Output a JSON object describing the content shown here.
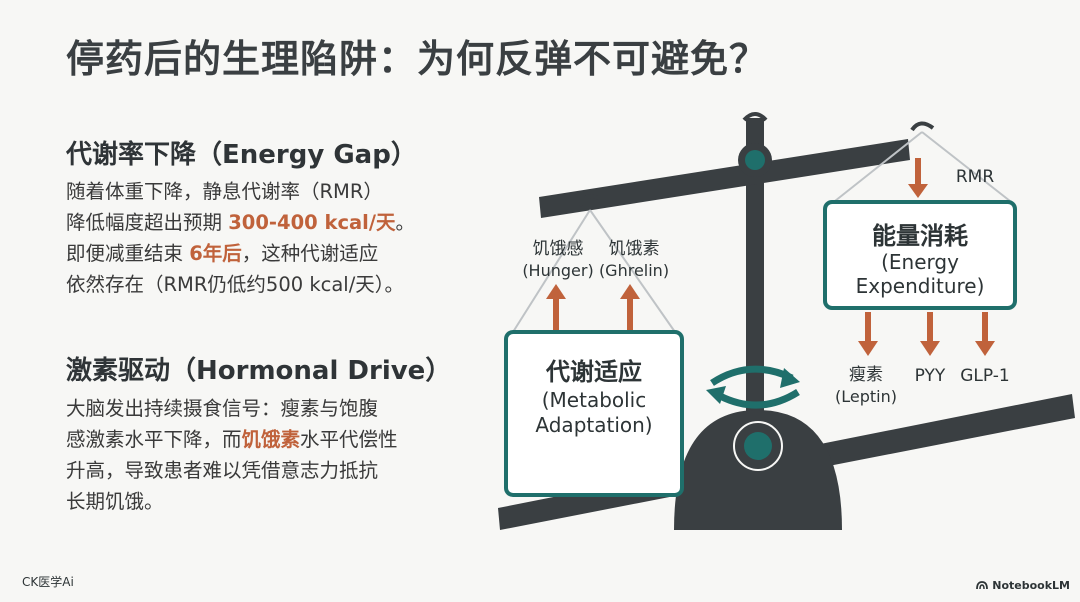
{
  "title": "停药后的生理陷阱：为何反弹不可避免？",
  "section1": {
    "heading": "代谢率下降（Energy Gap）",
    "line1": "随着体重下降，静息代谢率（RMR）",
    "line2_pre": "降低幅度超出预期 ",
    "line2_hl": "300-400 kcal/天",
    "line2_post": "。",
    "line3_pre": "即便减重结束 ",
    "line3_hl": "6年后",
    "line3_post": "，这种代谢适应",
    "line4": "依然存在（RMR仍低约500 kcal/天）。"
  },
  "section2": {
    "heading": "激素驱动（Hormonal Drive）",
    "line1": "大脑发出持续摄食信号：瘦素与饱腹",
    "line2_pre": "感激素水平下降，而",
    "line2_hl": "饥饿素",
    "line2_post": "水平代偿性",
    "line3": "升高，导致患者难以凭借意志力抵抗",
    "line4": "长期饥饿。"
  },
  "diagram": {
    "left_box": {
      "title": "代谢适应",
      "sub1": "(Metabolic",
      "sub2": "Adaptation)"
    },
    "right_box": {
      "title": "能量消耗",
      "sub1": "(Energy",
      "sub2": "Expenditure)"
    },
    "hunger": {
      "zh": "饥饿感",
      "en": "(Hunger)"
    },
    "ghrelin": {
      "zh": "饥饿素",
      "en": "(Ghrelin)"
    },
    "rmr": "RMR",
    "leptin": {
      "zh": "瘦素",
      "en": "(Leptin)"
    },
    "pyy": "PYY",
    "glp1": "GLP-1"
  },
  "colors": {
    "beam": "#3a3f42",
    "teal": "#1f6f6b",
    "arrow": "#c0623b",
    "highlight": "#c0623b"
  },
  "footer": {
    "left": "CK医学Ai",
    "right": "NotebookLM"
  }
}
